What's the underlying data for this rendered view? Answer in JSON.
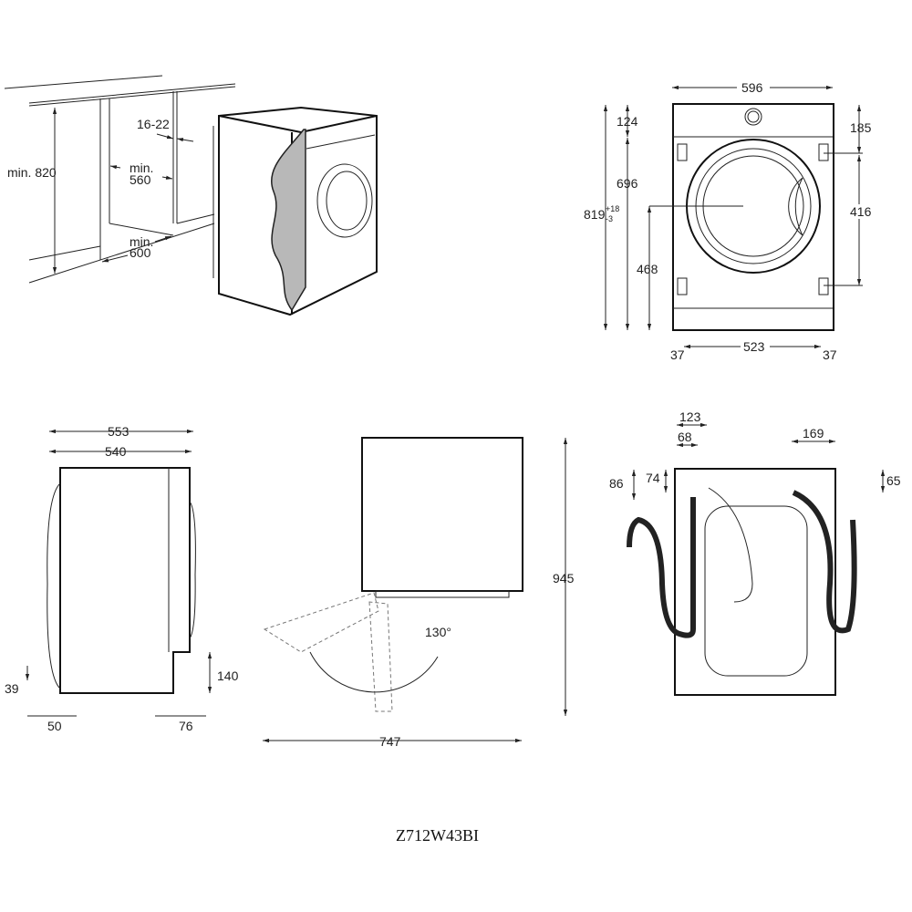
{
  "installation_view": {
    "height": "min. 820",
    "gap": "16-22",
    "width_line1": "min.",
    "width_line2": "560",
    "depth_line1": "min.",
    "depth_line2": "600"
  },
  "front_view": {
    "width": "596",
    "top_panel": "124",
    "right_top": "185",
    "hinge_spacing": "416",
    "body_height": "696",
    "total_height": "819",
    "tol_plus": "+18",
    "tol_minus": "-3",
    "door_center": "468",
    "foot_left": "37",
    "foot_spacing": "523",
    "foot_right": "37"
  },
  "side_view": {
    "depth_total": "553",
    "depth_body": "540",
    "foot_height": "39",
    "recess_height": "140",
    "front_offset": "50",
    "rear_offset": "76"
  },
  "door_view": {
    "height": "945",
    "angle": "130°",
    "depth_open": "747"
  },
  "rear_view": {
    "hose_left_outer": "123",
    "hose_left_inner": "68",
    "left_outer_v": "86",
    "left_inner_v": "74",
    "hose_right": "169",
    "right_v": "65"
  },
  "model": "Z712W43BI"
}
